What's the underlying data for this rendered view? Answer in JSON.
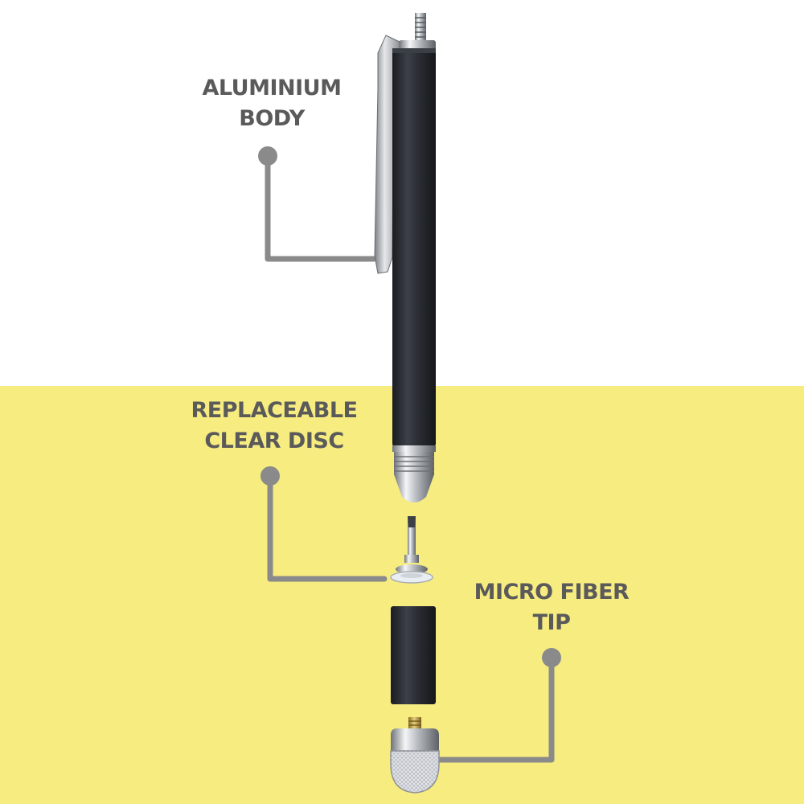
{
  "colors": {
    "top_background": "#ffffff",
    "bottom_background": "#f7ec80",
    "label_text": "#5a5a5a",
    "callout_line": "#8a8a8a",
    "pen_body": "#2a2d33",
    "chrome": "#c9ccd1"
  },
  "callouts": [
    {
      "id": "body",
      "lines": [
        "ALUMINIUM",
        "BODY"
      ]
    },
    {
      "id": "disc",
      "lines": [
        "REPLACEABLE",
        "CLEAR DISC"
      ]
    },
    {
      "id": "tip",
      "lines": [
        "MICRO FIBER",
        "TIP"
      ]
    }
  ],
  "parts": [
    {
      "name": "clip-icon"
    },
    {
      "name": "pen-barrel-icon"
    },
    {
      "name": "chrome-nose-cone-icon"
    },
    {
      "name": "clear-disc-screw-icon"
    },
    {
      "name": "cap-sleeve-icon"
    },
    {
      "name": "mesh-fiber-tip-icon"
    }
  ]
}
